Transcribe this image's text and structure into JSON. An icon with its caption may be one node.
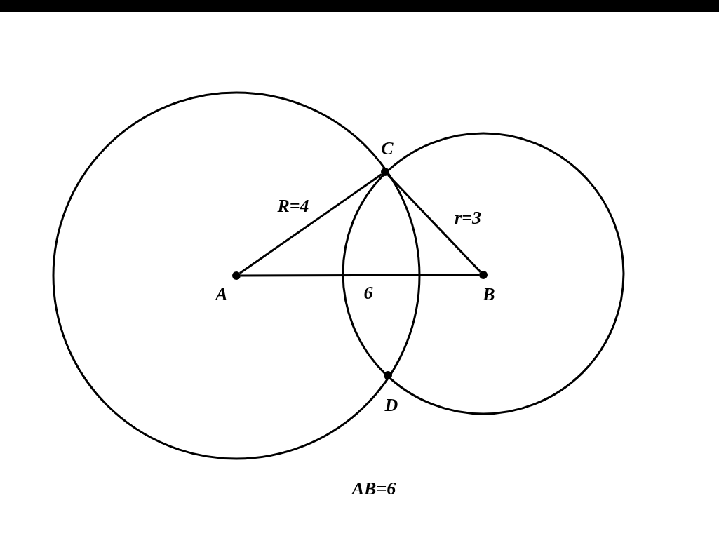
{
  "diagram": {
    "nodes": [
      {
        "text": [],
        "shape": "circle",
        "beside": [
          "A"
        ]
      },
      {
        "text": [],
        "shape": "circle",
        "beside": [
          "B"
        ]
      },
      {
        "text": [],
        "shape": "circle",
        "beside": [
          "C"
        ]
      },
      {
        "text": [],
        "shape": "circle",
        "beside": [
          "D"
        ]
      }
    ],
    "edges": [
      {
        "from": 0,
        "to": 2,
        "arrow": "none",
        "label": "R=4"
      },
      {
        "from": 2,
        "to": 1,
        "arrow": "none",
        "label": "r=3"
      },
      {
        "from": 0,
        "to": 1,
        "arrow": "none",
        "label": "6"
      }
    ],
    "labels": [
      "AB=6"
    ]
  }
}
